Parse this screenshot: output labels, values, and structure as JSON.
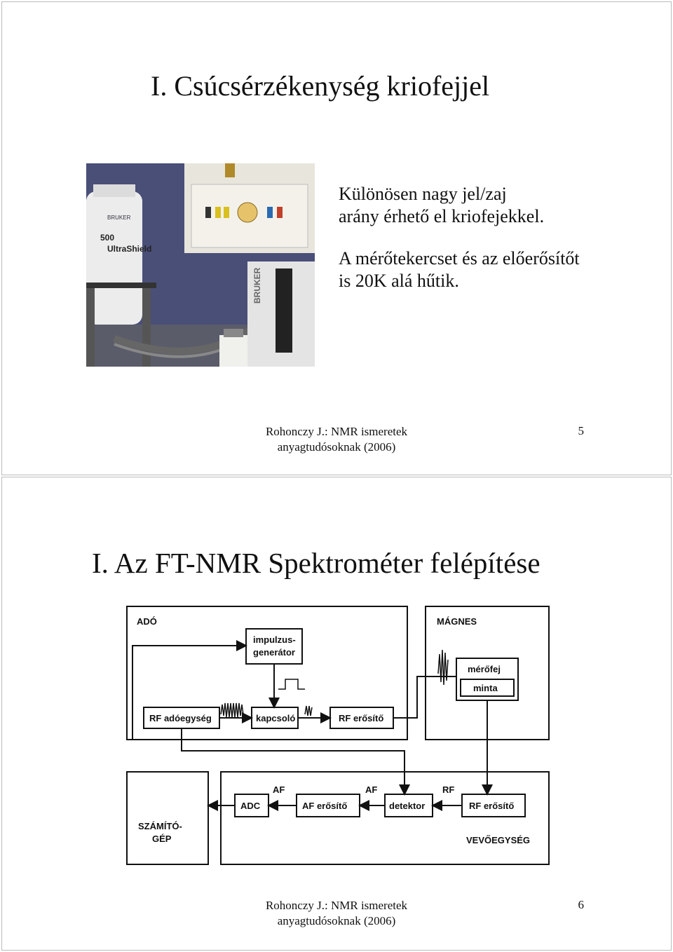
{
  "slide1": {
    "title": "I. Csúcsérzékenység kriofejjel",
    "paragraphs": [
      [
        "Különösen nagy jel/zaj",
        "arány érhető el kriofejekkel."
      ],
      [
        "A mérőtekercset és az előerősítőt",
        "is 20K alá hűtik."
      ]
    ],
    "photo": {
      "magnet_brand": "BRUKER",
      "magnet_model_line1": "500",
      "magnet_model_line2": "UltraShield",
      "cabinet_brand": "BRUKER"
    },
    "footer_line1": "Rohonczy J.: NMR ismeretek",
    "footer_line2": "anyagtudósoknak (2006)",
    "page": "5"
  },
  "slide2": {
    "title": "I. Az FT-NMR Spektrométer felépítése",
    "diagram": {
      "ado": "ADÓ",
      "magnes": "MÁGNES",
      "impulzus1": "impulzus-",
      "impulzus2": "generátor",
      "merofej": "mérőfej",
      "minta": "minta",
      "rf_adoegyseg": "RF adóegység",
      "kapcsolo": "kapcsoló",
      "rf_erosito_top": "RF erősítő",
      "adc": "ADC",
      "af1": "AF",
      "af_erosito": "AF erősítő",
      "af2": "AF",
      "detektor": "detektor",
      "rf_label": "RF",
      "rf_erosito_bottom": "RF erősítő",
      "szamitogep1": "SZÁMÍTÓ-",
      "szamitogep2": "GÉP",
      "vevoegyseg": "VEVŐEGYSÉG"
    },
    "footer_line1": "Rohonczy J.: NMR ismeretek",
    "footer_line2": "anyagtudósoknak (2006)",
    "page": "6"
  }
}
